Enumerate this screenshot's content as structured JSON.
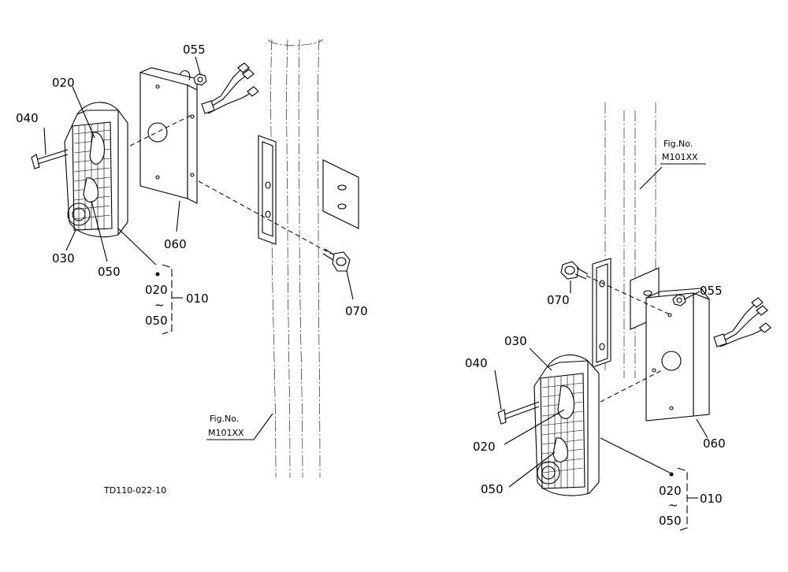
{
  "diagram": {
    "doc_code": "TD110-022-10",
    "left": {
      "callouts": {
        "p055": "055",
        "p020": "020",
        "p040": "040",
        "p030": "030",
        "p050": "050",
        "p060": "060",
        "p070": "070",
        "grp_from": "020",
        "grp_tilde": "~",
        "grp_to": "050",
        "grp_parent": "010"
      },
      "figref": {
        "line1": "Fig.No.",
        "line2": "M101XX"
      }
    },
    "right": {
      "callouts": {
        "p055": "055",
        "p070": "070",
        "p030": "030",
        "p040": "040",
        "p020": "020",
        "p050": "050",
        "p060": "060",
        "grp_from": "020",
        "grp_tilde": "~",
        "grp_to": "050",
        "grp_parent": "010"
      },
      "figref": {
        "line1": "Fig.No.",
        "line2": "M101XX"
      }
    }
  }
}
